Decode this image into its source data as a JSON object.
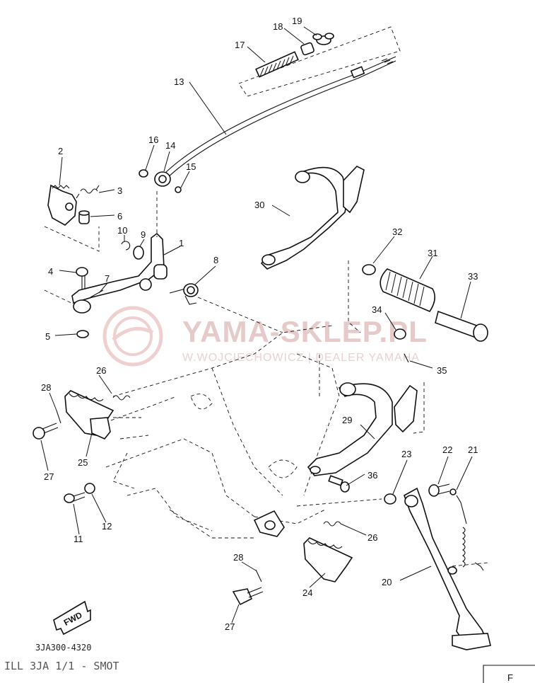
{
  "watermark": {
    "brand": "YAMA-SKLEP.PL",
    "subtitle": "W.WOJCIECHOWICZ | DEALER YAMAHA"
  },
  "labels": [
    "1",
    "2",
    "3",
    "4",
    "5",
    "6",
    "7",
    "8",
    "9",
    "10",
    "11",
    "12",
    "13",
    "14",
    "15",
    "16",
    "17",
    "18",
    "19",
    "20",
    "21",
    "22",
    "23",
    "24",
    "25",
    "26",
    "26",
    "27",
    "27",
    "28",
    "28",
    "29",
    "30",
    "31",
    "32",
    "33",
    "34",
    "35",
    "36"
  ],
  "fwd_label": "FWD",
  "footer": {
    "code": "3JA300-4320",
    "code_secondary": "ILL 3JA 1/1 - SMOT",
    "corner_mark": "F"
  },
  "colors": {
    "line": "#111111",
    "watermark": "#e6c9c9"
  }
}
